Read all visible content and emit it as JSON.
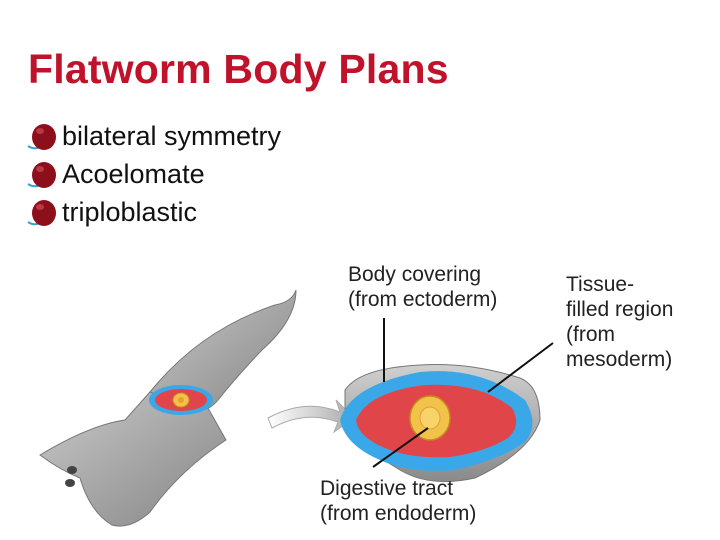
{
  "slide": {
    "title": "Flatworm Body Plans",
    "bullets": [
      {
        "label": "bilateral symmetry",
        "icon": "red-sphere-bullet-icon"
      },
      {
        "label": "Acoelomate",
        "icon": "red-sphere-bullet-icon"
      },
      {
        "label": "triploblastic",
        "icon": "red-sphere-bullet-icon"
      }
    ]
  },
  "diagram": {
    "labels": {
      "body_covering": {
        "line1": "Body covering",
        "line2": "(from ectoderm)"
      },
      "tissue": {
        "line1": "Tissue-",
        "line2": "filled region",
        "line3": "(from",
        "line4": "mesoderm)"
      },
      "digestive": {
        "line1": "Digestive tract",
        "line2": "(from endoderm)"
      }
    },
    "colors": {
      "title": "#c0122a",
      "ectoderm": "#3aa8e8",
      "mesoderm": "#e0454a",
      "endoderm": "#f2c24a",
      "body": "#9a9a9a"
    }
  }
}
